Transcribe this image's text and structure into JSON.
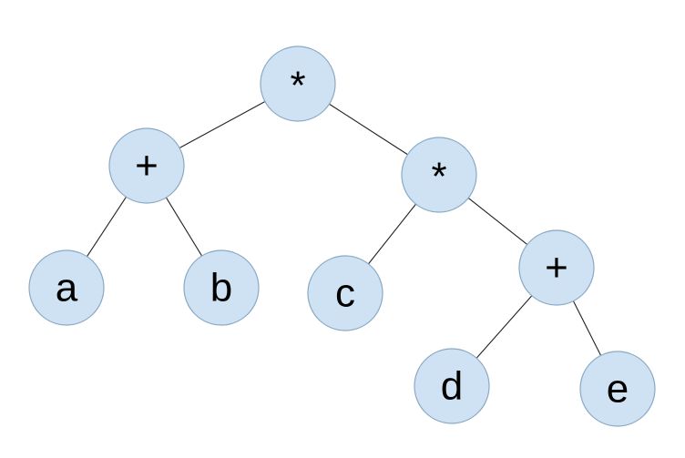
{
  "tree": {
    "nodes": [
      {
        "id": "root",
        "label": "*"
      },
      {
        "id": "plus-left",
        "label": "+"
      },
      {
        "id": "times-right",
        "label": "*"
      },
      {
        "id": "leaf-a",
        "label": "a"
      },
      {
        "id": "leaf-b",
        "label": "b"
      },
      {
        "id": "leaf-c",
        "label": "c"
      },
      {
        "id": "plus-right",
        "label": "+"
      },
      {
        "id": "leaf-d",
        "label": "d"
      },
      {
        "id": "leaf-e",
        "label": "e"
      }
    ],
    "edges": [
      [
        "root",
        "plus-left"
      ],
      [
        "root",
        "times-right"
      ],
      [
        "plus-left",
        "leaf-a"
      ],
      [
        "plus-left",
        "leaf-b"
      ],
      [
        "times-right",
        "leaf-c"
      ],
      [
        "times-right",
        "plus-right"
      ],
      [
        "plus-right",
        "leaf-d"
      ],
      [
        "plus-right",
        "leaf-e"
      ]
    ]
  },
  "colors": {
    "node_fill": "#cfe2f3",
    "node_stroke": "#8aa9c4",
    "edge": "#222222",
    "text": "#000000"
  }
}
